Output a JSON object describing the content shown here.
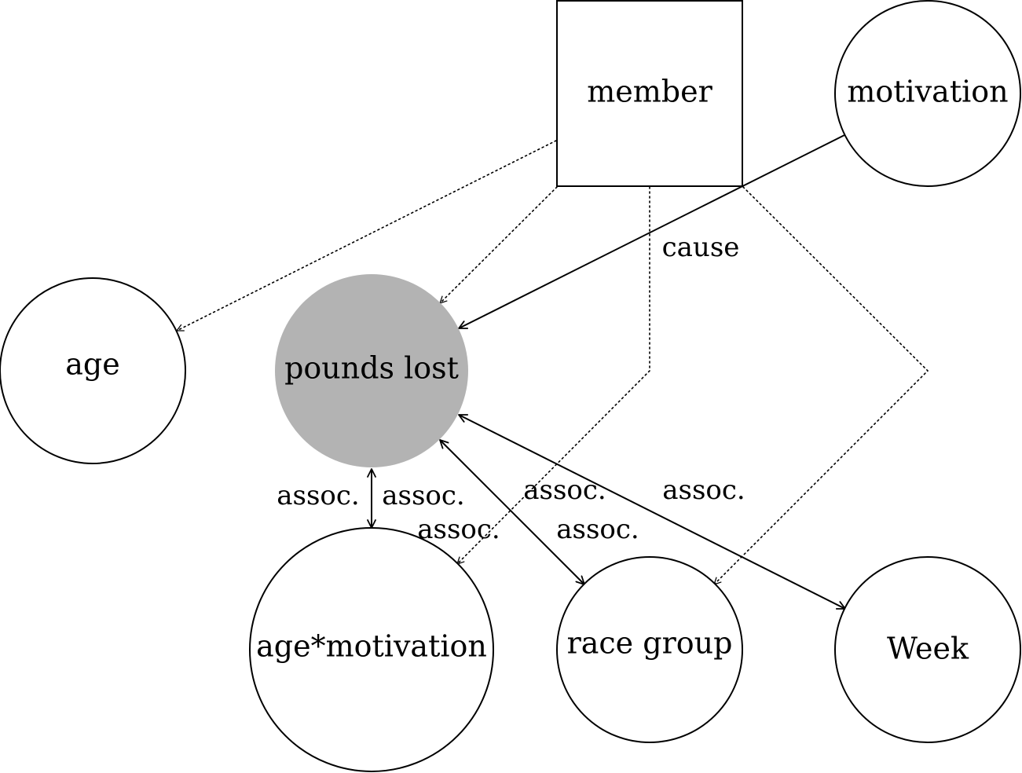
{
  "colors": {
    "node_fill": "#ffffff",
    "observed_fill": "#b3b3b3",
    "stroke": "#000000",
    "background": "#ffffff"
  },
  "nodes": {
    "member": "member",
    "motivation": "motivation",
    "age": "age",
    "pounds_lost": "pounds lost",
    "age_motivation": "age*motivation",
    "race_group": "race group",
    "week": "Week"
  },
  "edge_labels": {
    "cause": "cause",
    "assoc_left": "assoc.",
    "assoc_right": "assoc.",
    "assoc_lower": "assoc.",
    "assoc_race_upper": "assoc.",
    "assoc_race_lower": "assoc.",
    "assoc_week": "assoc."
  }
}
